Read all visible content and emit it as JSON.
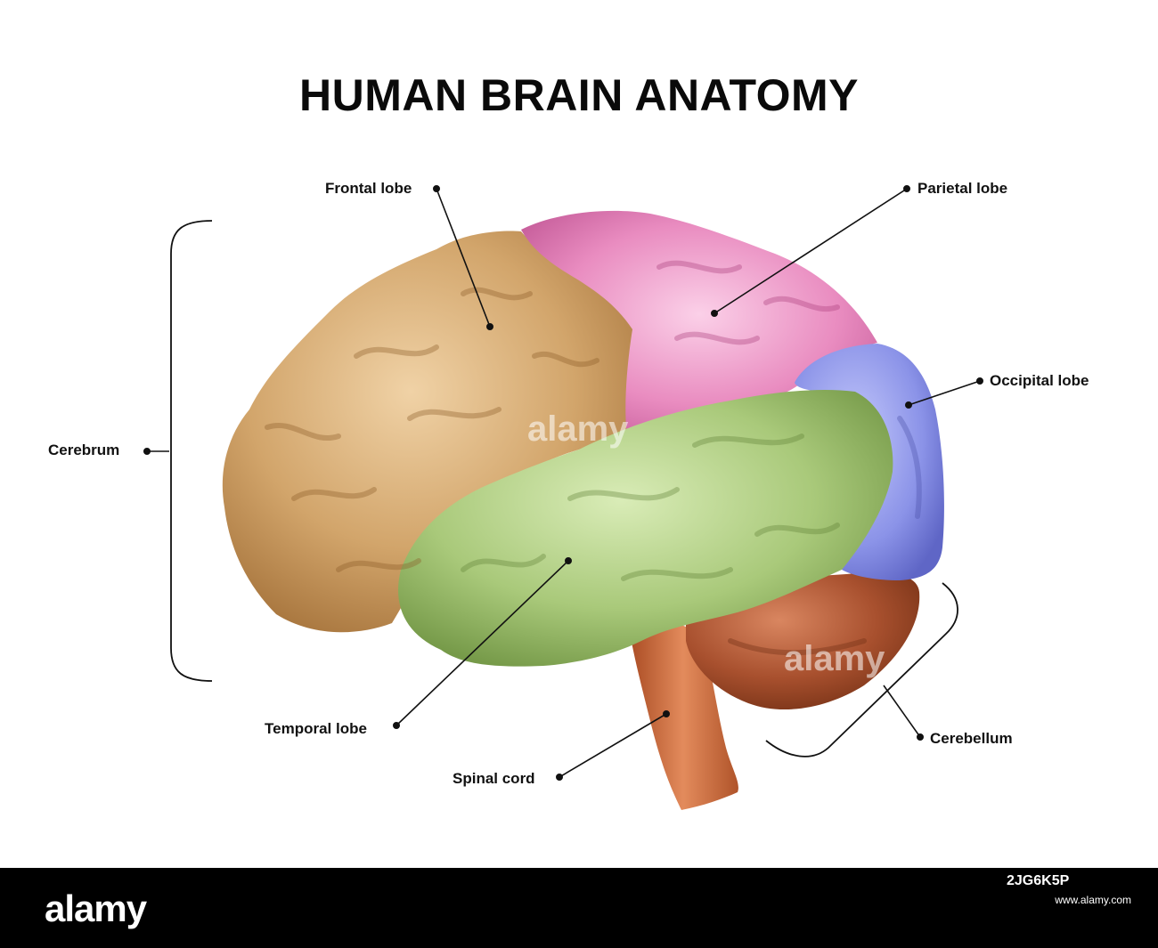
{
  "title": "HUMAN BRAIN ANATOMY",
  "labels": {
    "frontal": "Frontal lobe",
    "parietal": "Parietal lobe",
    "occipital": "Occipital lobe",
    "cerebrum": "Cerebrum",
    "temporal": "Temporal lobe",
    "cerebellum": "Cerebellum",
    "spinal": "Spinal cord"
  },
  "colors": {
    "frontal": "#d2a56b",
    "parietal": "#e98cc0",
    "occipital": "#8b93e8",
    "temporal": "#a9c97a",
    "cerebellum": "#a8502e",
    "spinal": "#c8673c"
  },
  "watermark": "alamy",
  "footer": {
    "logo": "alamy",
    "stock_id": "2JG6K5P",
    "stock_info": "www.alamy.com"
  }
}
